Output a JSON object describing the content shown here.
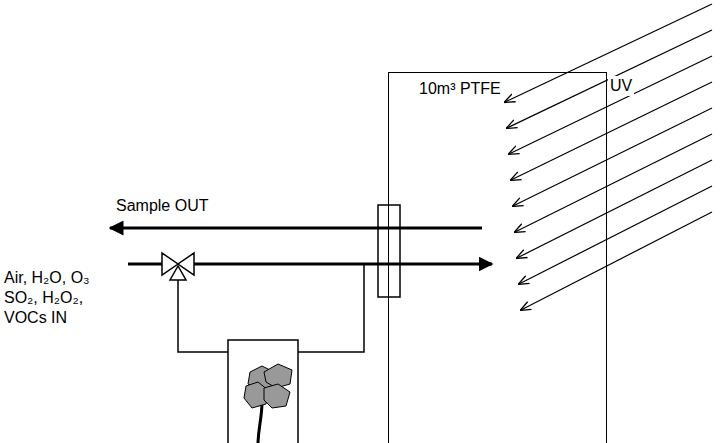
{
  "diagram": {
    "nodes": [
      {
        "text": [
          "10m³ PTFE"
        ]
      }
    ],
    "labels": [
      "Sample OUT",
      "Air, H₂O, O₃ SO₂, H₂O₂, VOCs IN",
      "UV"
    ]
  }
}
